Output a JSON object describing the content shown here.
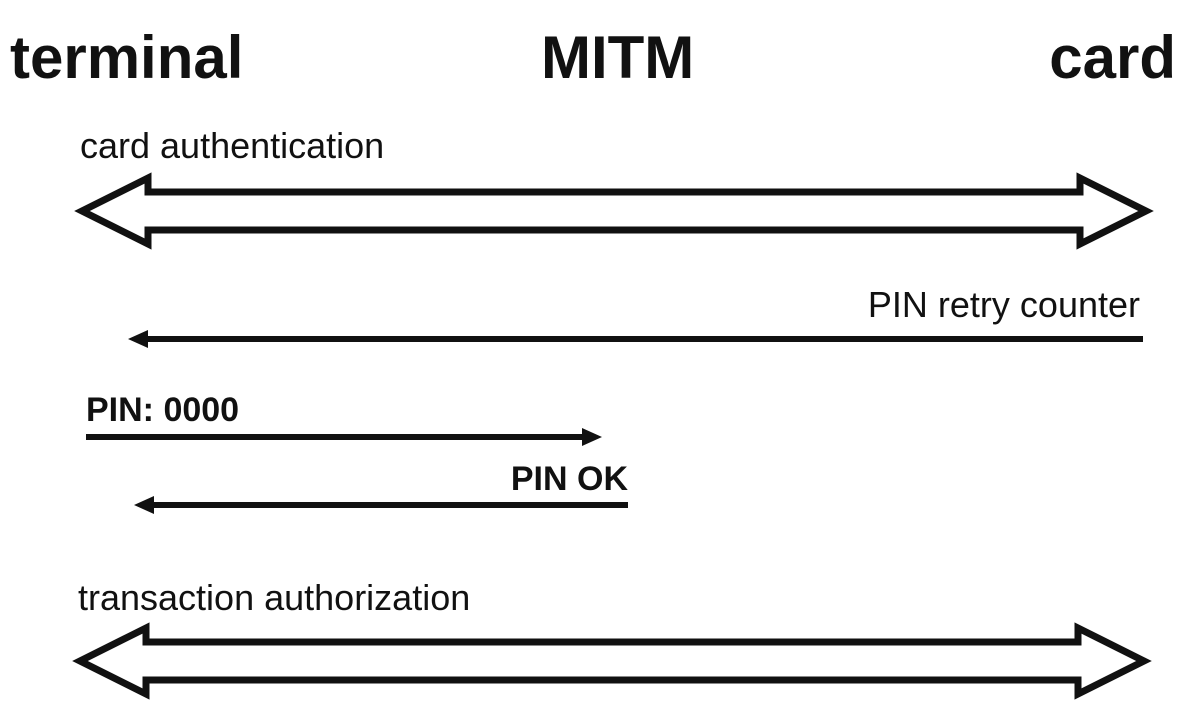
{
  "actors": {
    "terminal": "terminal",
    "mitm": "MITM",
    "card": "card"
  },
  "messages": {
    "card_authentication": "card authentication",
    "pin_retry_counter": "PIN retry counter",
    "pin_0000": "PIN: 0000",
    "pin_ok": "PIN OK",
    "transaction_authorization": "transaction authorization"
  },
  "colors": {
    "line": "#111111",
    "background": "#ffffff"
  }
}
